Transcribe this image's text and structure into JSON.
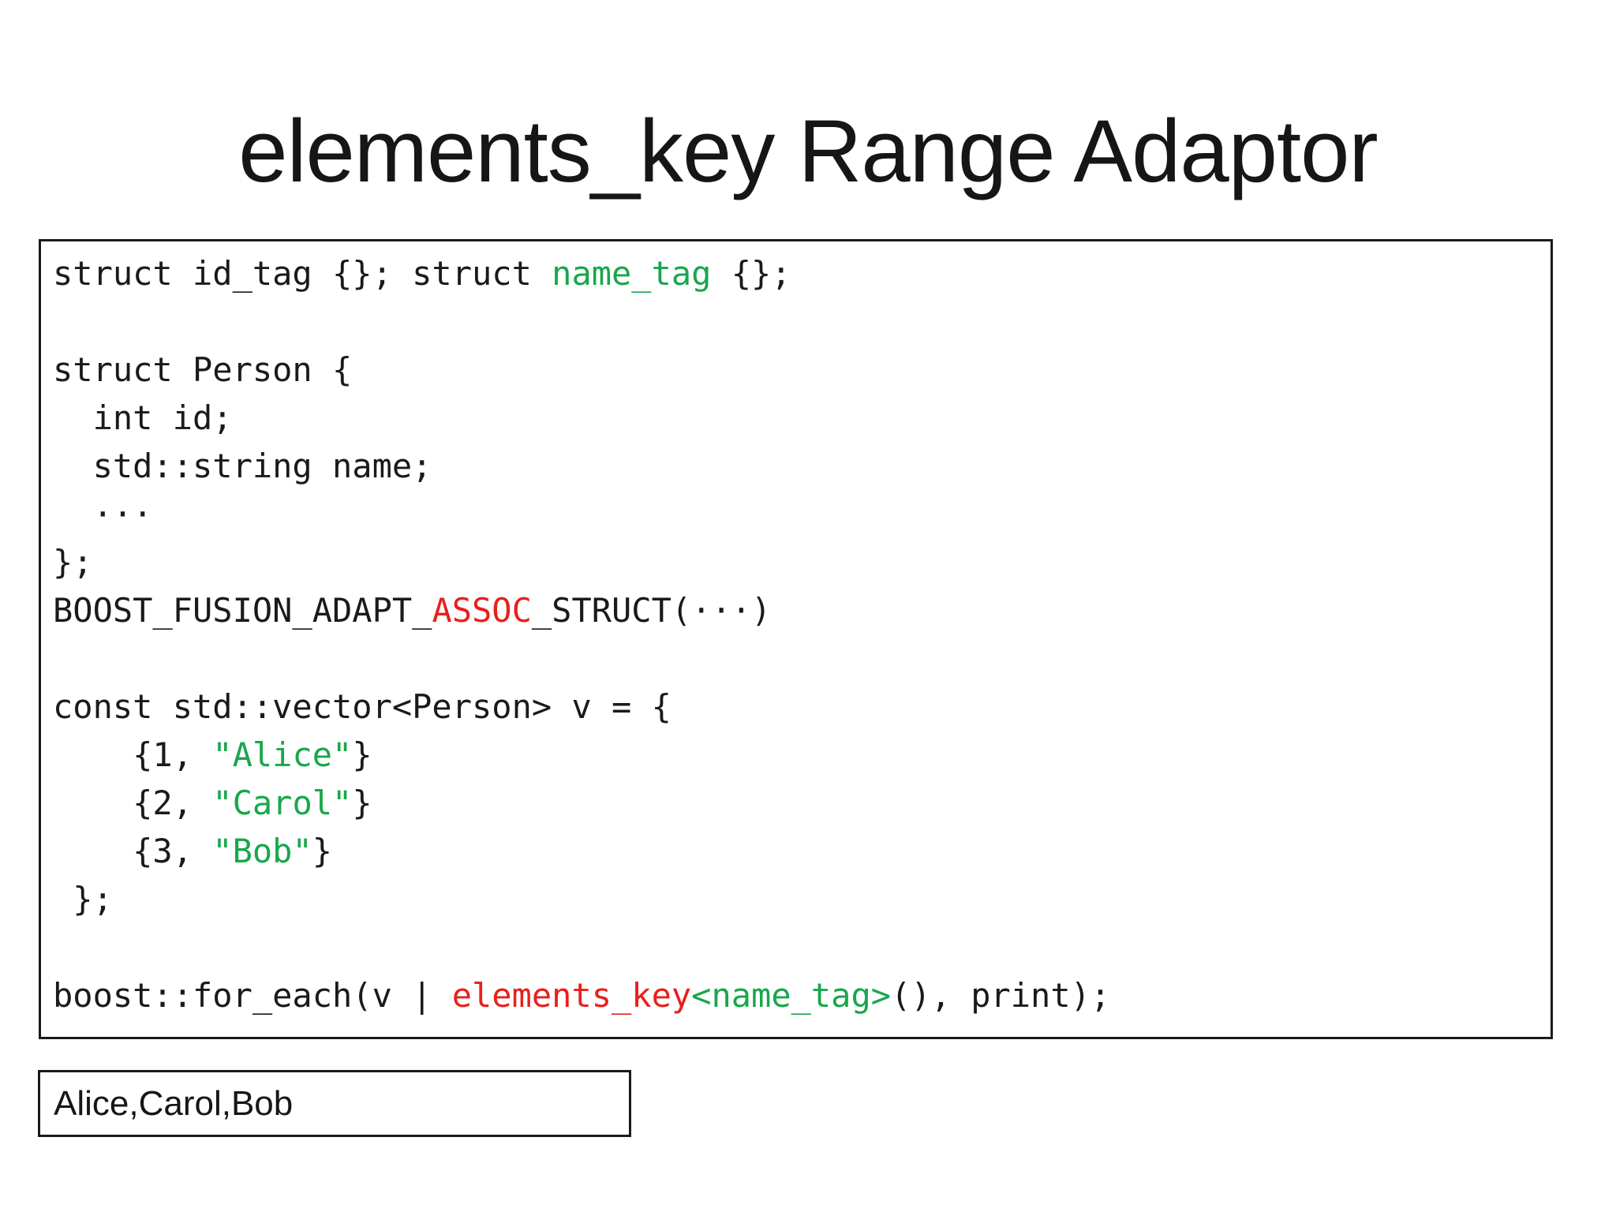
{
  "slide": {
    "title": "elements_key Range Adaptor"
  },
  "colors": {
    "text": "#1a1a1a",
    "green": "#18a74c",
    "red": "#e8201c",
    "border": "#1a1a1a",
    "background": "#ffffff"
  },
  "code_block": {
    "lines": [
      [
        {
          "t": "struct id_tag {}; struct ",
          "c": "text"
        },
        {
          "t": "name_tag",
          "c": "green"
        },
        {
          "t": " {};",
          "c": "text"
        }
      ],
      [],
      [
        {
          "t": "struct Person {",
          "c": "text"
        }
      ],
      [
        {
          "t": "  int id;",
          "c": "text"
        }
      ],
      [
        {
          "t": "  std::string name;",
          "c": "text"
        }
      ],
      [
        {
          "t": "  ···",
          "c": "text"
        }
      ],
      [
        {
          "t": "};",
          "c": "text"
        }
      ],
      [
        {
          "t": "BOOST_FUSION_ADAPT_",
          "c": "text"
        },
        {
          "t": "ASSOC",
          "c": "red"
        },
        {
          "t": "_STRUCT(···)",
          "c": "text"
        }
      ],
      [],
      [
        {
          "t": "const std::vector<Person> v = {",
          "c": "text"
        }
      ],
      [
        {
          "t": "    {1, ",
          "c": "text"
        },
        {
          "t": "\"Alice\"",
          "c": "green"
        },
        {
          "t": "}",
          "c": "text"
        }
      ],
      [
        {
          "t": "    {2, ",
          "c": "text"
        },
        {
          "t": "\"Carol\"",
          "c": "green"
        },
        {
          "t": "}",
          "c": "text"
        }
      ],
      [
        {
          "t": "    {3, ",
          "c": "text"
        },
        {
          "t": "\"Bob\"",
          "c": "green"
        },
        {
          "t": "}",
          "c": "text"
        }
      ],
      [
        {
          "t": " };",
          "c": "text"
        }
      ],
      [],
      [
        {
          "t": "boost::for_each(v | ",
          "c": "text"
        },
        {
          "t": "elements_key",
          "c": "red"
        },
        {
          "t": "<name_tag>",
          "c": "green"
        },
        {
          "t": "(), print);",
          "c": "text"
        }
      ]
    ]
  },
  "output_box": {
    "text": "Alice,Carol,Bob"
  }
}
